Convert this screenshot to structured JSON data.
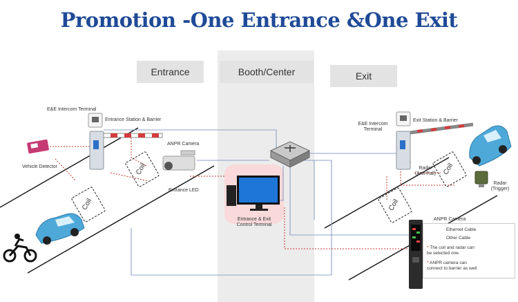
{
  "title": "Promotion -One Entrance &One Exit",
  "zones": {
    "entrance": "Entrance",
    "booth": "Booth/Center",
    "exit": "Exit"
  },
  "labels": {
    "entrance_intercom": "E&E Intercom Terminal",
    "entrance_station": "Entrance Station & Barrier",
    "vehicle_detector": "Vehicle Detector",
    "anpr_camera_entrance": "ANPR Camera",
    "entrance_led": "Entrance LED",
    "coil": "Coil",
    "control_terminal_line1": "Entrance & Exit",
    "control_terminal_line2": "Control Terminal",
    "exit_intercom_line1": "E&E Intercom",
    "exit_intercom_line2": "Terminal",
    "exit_station": "Exit Station & Barrier",
    "radar_antifall_line1": "Radar",
    "radar_antifall_line2": "(Anti-Fall)",
    "radar_trigger_line1": "Radar",
    "radar_trigger_line2": "(Trigger)",
    "anpr_camera_exit": "ANPR Camera"
  },
  "legend": {
    "ethernet": "Ethernet Cable",
    "other": "Other Cable",
    "note1_line1": "The coil and radar can",
    "note1_line2": "be selected one.",
    "note2_line1": "ANPR camera can",
    "note2_line2": "connect to barrier as well",
    "star": "*"
  },
  "colors": {
    "title": "#1f4a97",
    "ethernet_cable": "#8fa2c6",
    "other_cable": "#c8332a",
    "car": "#4ea9d9",
    "highlight": "#f9d9d9"
  },
  "icons": [
    "car-icon",
    "motorcycle-icon",
    "barrier-icon",
    "camera-icon",
    "switch-icon",
    "monitor-icon",
    "radar-icon",
    "vehicle-detector-icon",
    "ledscreen-icon"
  ]
}
